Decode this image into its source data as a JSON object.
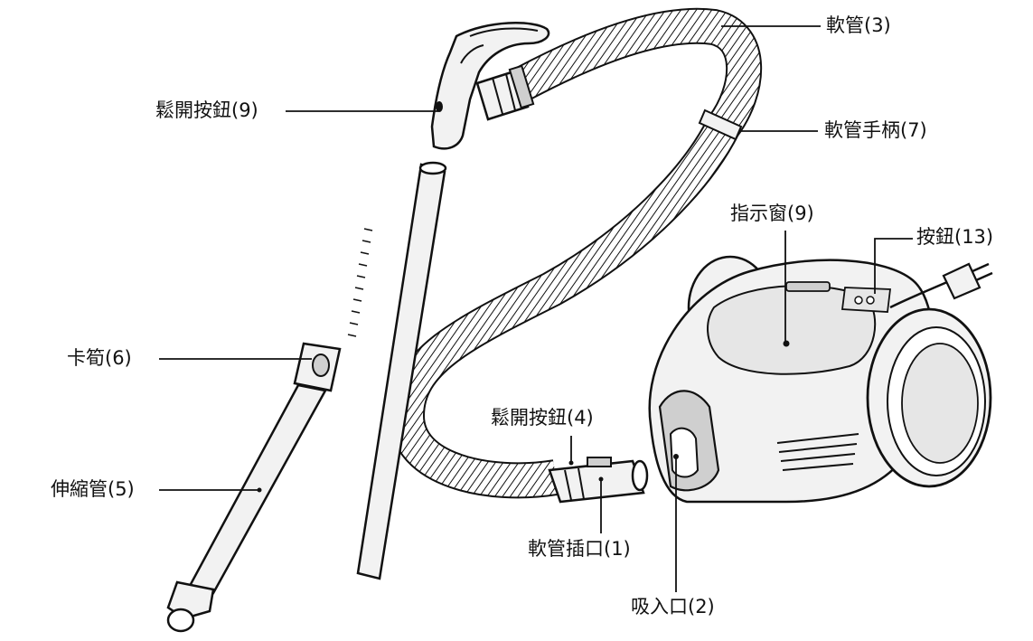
{
  "colors": {
    "ink": "#111111",
    "body_fill": "#f2f2f2",
    "shade": "#cfcfcf",
    "dark_shade": "#9a9a9a",
    "background": "#ffffff"
  },
  "icons": [
    "plug-icon"
  ],
  "labels": {
    "hose": "軟管(3)",
    "hose_handle": "軟管手柄(7)",
    "release_button_top": "鬆開按鈕(9)",
    "indicator_window": "指示窗(9)",
    "button": "按鈕(13)",
    "clip": "卡筍(6)",
    "release_button_bottom": "鬆開按鈕(4)",
    "extension_tube": "伸縮管(5)",
    "hose_socket": "軟管插口(1)",
    "suction_inlet": "吸入口(2)"
  }
}
